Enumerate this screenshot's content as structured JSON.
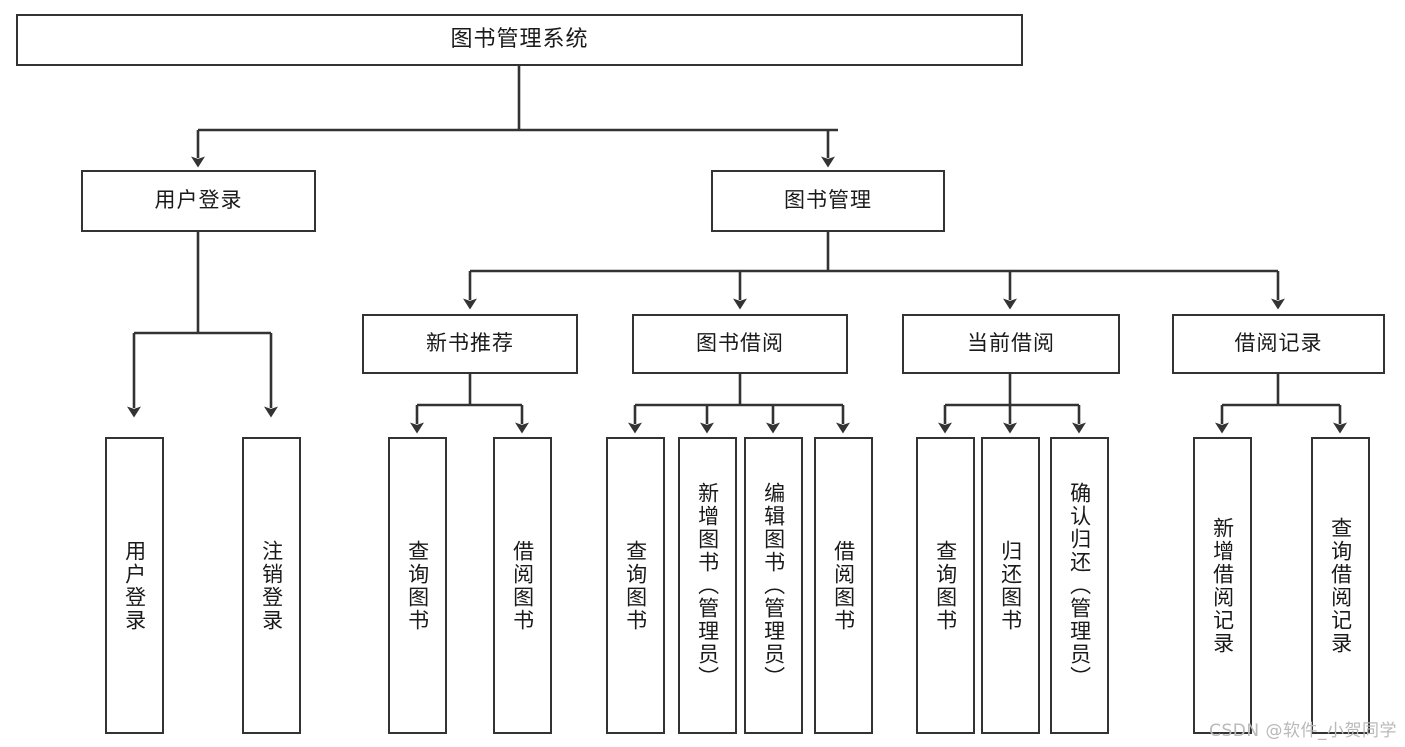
{
  "diagram": {
    "type": "tree",
    "title": "图书管理系统",
    "orientation": "top-down",
    "colors": {
      "box_border": "#333333",
      "box_fill": "#ffffff",
      "edge": "#333333",
      "text": "#1a1a1a",
      "watermark": "#b9b9b9"
    },
    "root": {
      "label": "图书管理系统"
    },
    "level2": [
      {
        "label": "用户登录"
      },
      {
        "label": "图书管理"
      }
    ],
    "level3": [
      {
        "label": "新书推荐"
      },
      {
        "label": "图书借阅"
      },
      {
        "label": "当前借阅"
      },
      {
        "label": "借阅记录"
      }
    ],
    "leaves": [
      {
        "label": "用户登录",
        "parent": "用户登录"
      },
      {
        "label": "注销登录",
        "parent": "用户登录"
      },
      {
        "label": "查询图书",
        "parent": "新书推荐"
      },
      {
        "label": "借阅图书",
        "parent": "新书推荐"
      },
      {
        "label": "查询图书",
        "parent": "图书借阅"
      },
      {
        "label": "新增图书（管理员）",
        "parent": "图书借阅"
      },
      {
        "label": "编辑图书（管理员）",
        "parent": "图书借阅"
      },
      {
        "label": "借阅图书",
        "parent": "图书借阅"
      },
      {
        "label": "查询图书",
        "parent": "当前借阅"
      },
      {
        "label": "归还图书",
        "parent": "当前借阅"
      },
      {
        "label": "确认归还（管理员）",
        "parent": "当前借阅"
      },
      {
        "label": "新增借阅记录",
        "parent": "借阅记录"
      },
      {
        "label": "查询借阅记录",
        "parent": "借阅记录"
      }
    ]
  },
  "watermark": {
    "text": "CSDN @软件_小贺同学"
  }
}
